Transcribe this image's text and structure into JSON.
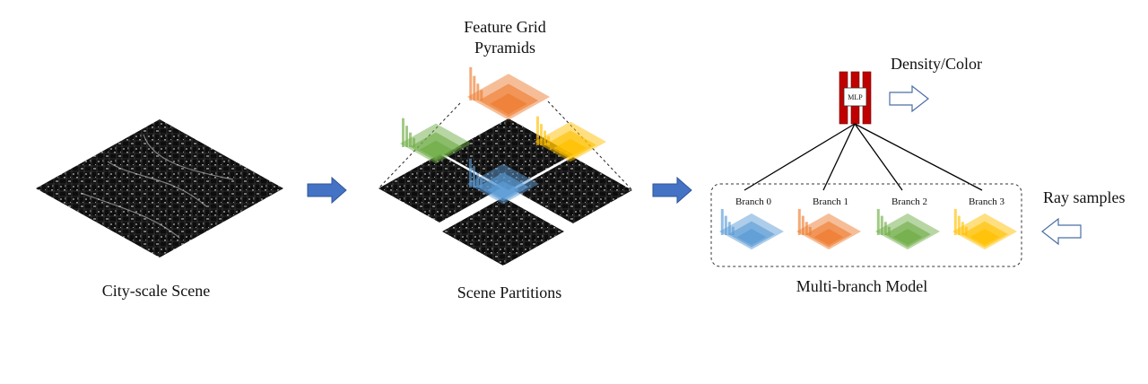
{
  "labels": {
    "city_scene": "City-scale Scene",
    "feature_grid_line1": "Feature Grid",
    "feature_grid_line2": "Pyramids",
    "scene_partitions": "Scene Partitions",
    "density_color": "Density/Color",
    "mlp": "MLP",
    "ray_samples": "Ray samples",
    "multi_branch_model": "Multi-branch Model"
  },
  "branches": [
    {
      "label": "Branch 0",
      "color": "#5b9bd5"
    },
    {
      "label": "Branch 1",
      "color": "#ed7d31"
    },
    {
      "label": "Branch 2",
      "color": "#70ad47"
    },
    {
      "label": "Branch 3",
      "color": "#ffc000"
    }
  ],
  "colors": {
    "arrow_fill": "#4472c4",
    "mlp_red": "#c00000",
    "hollow_arrow": "#4a6fa5",
    "map_dark": "#0d0d0d"
  },
  "icons": [
    "flow-arrow-icon",
    "hollow-arrow-icon",
    "mlp-icon",
    "pyramid-icon"
  ]
}
